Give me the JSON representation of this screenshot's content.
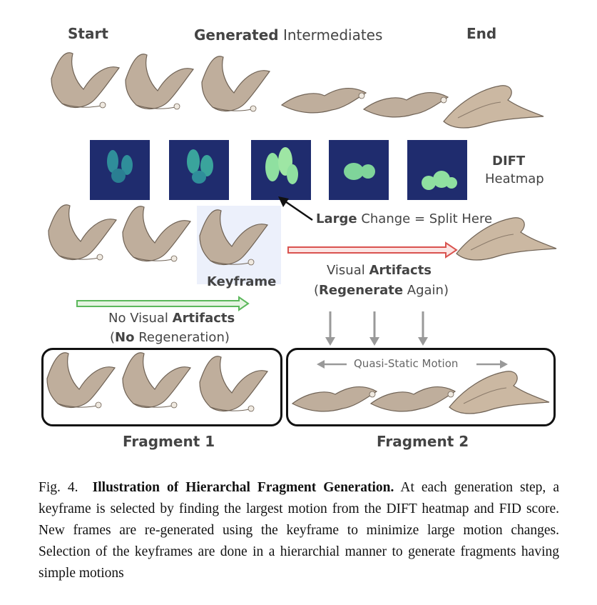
{
  "headers": {
    "start": "Start",
    "generated_bold": "Generated",
    "generated_rest": " Intermediates",
    "end": "End"
  },
  "dift": {
    "line1": "DIFT",
    "line2": "Heatmap"
  },
  "split_note": {
    "bold": "Large",
    "rest": " Change = Split Here"
  },
  "keyframe_label": "Keyframe",
  "visual_artifacts": {
    "line1_pre": "Visual ",
    "line1_bold": "Artifacts",
    "line2_open": "(",
    "line2_bold": "Regenerate",
    "line2_rest": " Again)"
  },
  "no_artifacts": {
    "line1_pre": "No Visual ",
    "line1_bold": "Artifacts",
    "line2_open": "(",
    "line2_bold": "No",
    "line2_rest": " Regeneration)"
  },
  "quasi_static": "Quasi-Static Motion",
  "fragments": {
    "f1": "Fragment 1",
    "f2": "Fragment 2"
  },
  "caption": {
    "prefix": "Fig. 4.",
    "title": "Illustration of Hierarchal Fragment Generation.",
    "body": "At each generation step, a keyframe is selected by finding the largest motion from the DIFT heatmap and FID score. New frames are re-generated using the keyframe to minimize large motion changes. Selection of the keyframes are done in a hierarchial manner to generate fragments having simple motions"
  },
  "colors": {
    "red_arrow": "#d9534f",
    "green_arrow": "#5cb85c",
    "heat_bg": "#1f2c6e",
    "heat_blob": "#8fe0a0",
    "eagle": "#b8a898"
  }
}
